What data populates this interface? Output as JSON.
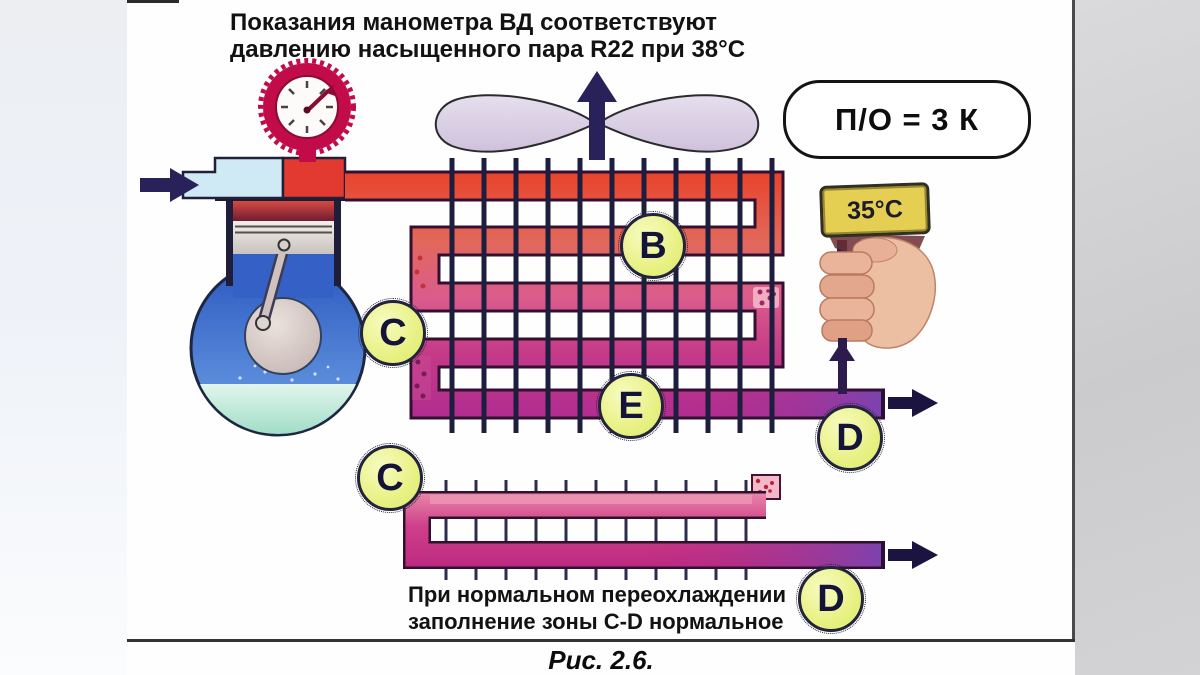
{
  "figure": {
    "title_line1": "Показания манометра ВД соответствуют",
    "title_line2": "давлению насыщенного пара R22 при 38°C",
    "subcooling_pill": "П/О = 3 К",
    "temperature_tag": "35°C",
    "note_line1": "При нормальном переохлаждении",
    "note_line2": "заполнение зоны C-D нормальное",
    "caption": "Рис. 2.6."
  },
  "labels": {
    "b": "B",
    "c_main": "C",
    "e": "E",
    "d_main": "D",
    "c_detail": "C",
    "d_detail": "D"
  },
  "icons": {
    "gauge": "pressure-gauge-icon",
    "fan": "fan-icon",
    "compressor": "compressor-icon",
    "hand": "hand-thermometer-icon",
    "flow_arrows": "flow-arrow-icon",
    "condenser": "condenser-coil-icon"
  },
  "colors": {
    "gauge_ring": "#c20c4a",
    "tube_hot_red": "#e8432c",
    "tube_liquid_violet": "#7c42ae",
    "compressor_blue": "#3560c6",
    "badge_yellow": "#e8f184",
    "temp_tag_gold": "#e5cf52",
    "fin_navy": "#1d1d3d",
    "arrow_navy": "#1c1440",
    "hand_flesh": "#ecbfa3"
  }
}
